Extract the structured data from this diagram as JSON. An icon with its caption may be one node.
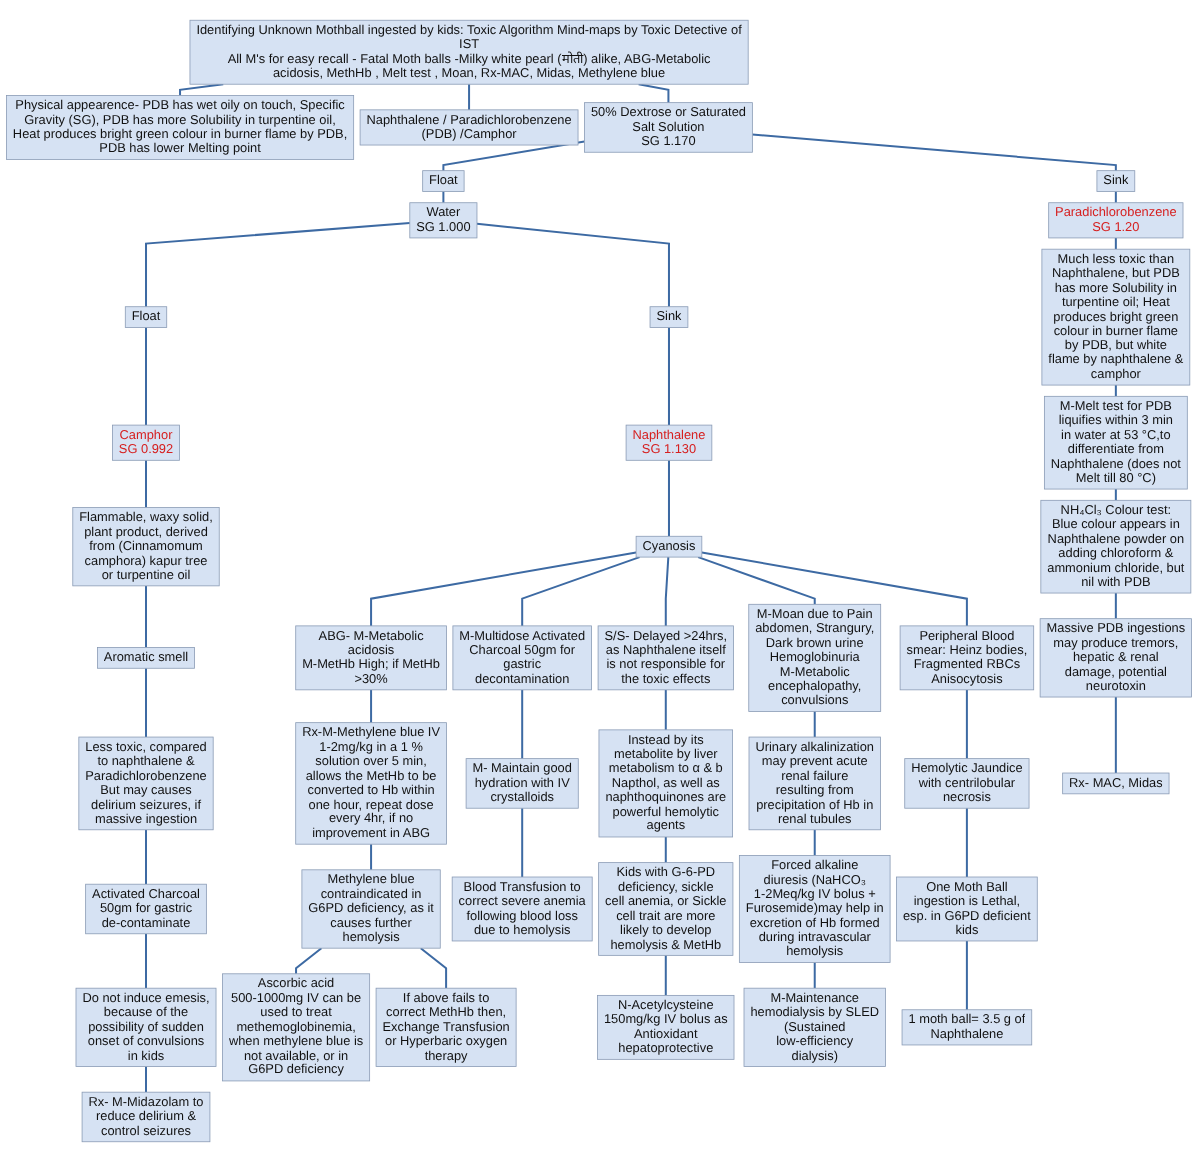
{
  "diagram": {
    "nodes": [
      {
        "text": [
          "Identifying Unknown Mothball ingested by kids: Toxic Algorithm Mind-maps by Toxic Detective of IST",
          "All M's for easy recall - Fatal Moth balls -Milky white pearl (मोती) alike, ABG-Metabolic acidosis, MethHb , Melt test , Moan, Rx-MAC, Midas, Methylene blue"
        ]
      },
      {
        "text": [
          "Physical appearence- PDB has wet oily on touch, Specific Gravity (SG), PDB has more Solubility in turpentine oil, Heat produces bright green colour in burner flame by PDB, PDB has lower Melting point"
        ]
      },
      {
        "text": [
          "Naphthalene / Paradichlorobenzene (PDB) /Camphor"
        ]
      },
      {
        "text": [
          "50% Dextrose or Saturated Salt Solution",
          "SG 1.170"
        ]
      },
      {
        "text": [
          "Float"
        ]
      },
      {
        "text": [
          "Sink"
        ]
      },
      {
        "text": [
          "Water",
          "SG 1.000"
        ]
      },
      {
        "text": [
          "Paradichlorobenzene",
          "SG 1.20"
        ]
      },
      {
        "text": [
          "Float"
        ]
      },
      {
        "text": [
          "Sink"
        ]
      },
      {
        "text": [
          "Camphor",
          "SG 0.992"
        ]
      },
      {
        "text": [
          "Naphthalene",
          "SG 1.130"
        ]
      },
      {
        "text": [
          "Cyanosis"
        ]
      },
      {
        "text": [
          "Flammable, waxy solid, plant product, derived from (Cinnamomum camphora) kapur tree or turpentine oil"
        ]
      },
      {
        "text": [
          "Aromatic smell"
        ]
      },
      {
        "text": [
          "Less toxic, compared to naphthalene & Paradichlorobenzene",
          "But may causes delirium seizures, if massive ingestion"
        ]
      },
      {
        "text": [
          "Activated Charcoal 50gm for gastric de-contaminate"
        ]
      },
      {
        "text": [
          "Do not induce emesis, because of the possibility of sudden onset of convulsions in kids"
        ]
      },
      {
        "text": [
          "Rx- M-Midazolam to reduce delirium & control seizures"
        ]
      },
      {
        "text": [
          "ABG- M-Metabolic acidosis",
          "M-MetHb High; if MetHb >30%"
        ]
      },
      {
        "text": [
          "Rx-M-Methylene blue IV 1-2mg/kg in a 1 % solution over 5 min, allows the MetHb to be converted to Hb within one hour, repeat dose every 4hr, if no improvement in ABG"
        ]
      },
      {
        "text": [
          "Methylene blue contraindicated in G6PD deficiency, as it causes further hemolysis"
        ]
      },
      {
        "text": [
          "Ascorbic acid 500-1000mg IV can be used to treat methemoglobinemia, when methylene blue is not available, or in G6PD deficiency"
        ]
      },
      {
        "text": [
          "If above fails to correct MethHb then, Exchange Transfusion or Hyperbaric oxygen therapy"
        ]
      },
      {
        "text": [
          "M-Multidose Activated Charcoal 50gm for gastric decontamination"
        ]
      },
      {
        "text": [
          "M- Maintain good hydration with IV crystalloids"
        ]
      },
      {
        "text": [
          "Blood Transfusion to correct severe anemia following blood loss due to hemolysis"
        ]
      },
      {
        "text": [
          "S/S- Delayed >24hrs, as Naphthalene itself is not responsible for the toxic effects"
        ]
      },
      {
        "text": [
          "Instead by its metabolite by liver metabolism to α & b Napthol, as well as naphthoquinones are powerful hemolytic agents"
        ]
      },
      {
        "text": [
          "Kids with G-6-PD deficiency, sickle cell anemia, or Sickle cell trait are more likely to develop hemolysis & MetHb"
        ]
      },
      {
        "text": [
          "N-Acetylcysteine 150mg/kg IV bolus as Antioxidant hepatoprotective"
        ]
      },
      {
        "text": [
          "M-Moan due to Pain abdomen, Strangury, Dark brown urine Hemoglobinuria",
          "M-Metabolic encephalopathy, convulsions"
        ]
      },
      {
        "text": [
          "Urinary alkalinization may prevent acute renal failure resulting from precipitation of Hb in renal tubules"
        ]
      },
      {
        "text": [
          "Forced alkaline diuresis (NaHCO₃ 1-2Meq/kg IV bolus + Furosemide)may help in excretion of Hb formed during intravascular hemolysis"
        ]
      },
      {
        "text": [
          "M-Maintenance hemodialysis by SLED (Sustained low-efficiency dialysis)"
        ]
      },
      {
        "text": [
          "Peripheral Blood smear: Heinz bodies, Fragmented RBCs Anisocytosis"
        ]
      },
      {
        "text": [
          "Hemolytic Jaundice with centrilobular necrosis"
        ]
      },
      {
        "text": [
          "One Moth Ball ingestion is Lethal, esp. in G6PD deficient kids"
        ]
      },
      {
        "text": [
          "1 moth ball= 3.5 g of Naphthalene"
        ]
      },
      {
        "text": [
          "Much less toxic than Naphthalene, but PDB has more Solubility in turpentine oil; Heat produces bright green colour in burner flame by PDB, but white flame by naphthalene & camphor"
        ]
      },
      {
        "text": [
          "M-Melt test for PDB liquifies within 3 min in water at 53 °C,to differentiate from Naphthalene (does not Melt till 80 °C)"
        ]
      },
      {
        "text": [
          "NH₄Cl₃ Colour test: Blue colour appears in Naphthalene powder on adding chloroform & ammonium chloride, but nil with PDB"
        ]
      },
      {
        "text": [
          "Massive PDB ingestions may produce tremors, hepatic & renal damage, potential neurotoxin"
        ]
      },
      {
        "text": [
          "Rx- MAC, Midas"
        ]
      }
    ],
    "edges": [
      {
        "from": 0,
        "to": 1,
        "arrow": "none"
      },
      {
        "from": 0,
        "to": 3,
        "arrow": "none"
      },
      {
        "from": 0,
        "to": 2,
        "arrow": "none"
      },
      {
        "from": 3,
        "to": 4,
        "arrow": "none"
      },
      {
        "from": 3,
        "to": 5,
        "arrow": "none"
      },
      {
        "from": 4,
        "to": 6,
        "arrow": "none"
      },
      {
        "from": 5,
        "to": 7,
        "arrow": "none"
      },
      {
        "from": 6,
        "to": 8,
        "arrow": "none"
      },
      {
        "from": 6,
        "to": 9,
        "arrow": "none"
      },
      {
        "from": 8,
        "to": 10,
        "arrow": "none"
      },
      {
        "from": 9,
        "to": 11,
        "arrow": "none"
      },
      {
        "from": 11,
        "to": 12,
        "arrow": "none"
      },
      {
        "from": 10,
        "to": 13,
        "arrow": "none"
      },
      {
        "from": 13,
        "to": 14,
        "arrow": "none"
      },
      {
        "from": 14,
        "to": 15,
        "arrow": "none"
      },
      {
        "from": 15,
        "to": 16,
        "arrow": "none"
      },
      {
        "from": 16,
        "to": 17,
        "arrow": "none"
      },
      {
        "from": 17,
        "to": 18,
        "arrow": "none"
      },
      {
        "from": 12,
        "to": 19,
        "arrow": "none"
      },
      {
        "from": 19,
        "to": 20,
        "arrow": "none"
      },
      {
        "from": 20,
        "to": 21,
        "arrow": "none"
      },
      {
        "from": 21,
        "to": 22,
        "arrow": "none"
      },
      {
        "from": 21,
        "to": 23,
        "arrow": "none"
      },
      {
        "from": 12,
        "to": 24,
        "arrow": "none"
      },
      {
        "from": 24,
        "to": 25,
        "arrow": "none"
      },
      {
        "from": 25,
        "to": 26,
        "arrow": "none"
      },
      {
        "from": 12,
        "to": 27,
        "arrow": "none"
      },
      {
        "from": 27,
        "to": 28,
        "arrow": "none"
      },
      {
        "from": 28,
        "to": 29,
        "arrow": "none"
      },
      {
        "from": 29,
        "to": 30,
        "arrow": "none"
      },
      {
        "from": 12,
        "to": 31,
        "arrow": "none"
      },
      {
        "from": 31,
        "to": 32,
        "arrow": "none"
      },
      {
        "from": 32,
        "to": 33,
        "arrow": "none"
      },
      {
        "from": 33,
        "to": 34,
        "arrow": "none"
      },
      {
        "from": 12,
        "to": 35,
        "arrow": "none"
      },
      {
        "from": 35,
        "to": 36,
        "arrow": "none"
      },
      {
        "from": 36,
        "to": 37,
        "arrow": "none"
      },
      {
        "from": 37,
        "to": 38,
        "arrow": "none"
      },
      {
        "from": 7,
        "to": 39,
        "arrow": "none"
      },
      {
        "from": 39,
        "to": 40,
        "arrow": "none"
      },
      {
        "from": 40,
        "to": 41,
        "arrow": "none"
      },
      {
        "from": 41,
        "to": 42,
        "arrow": "none"
      },
      {
        "from": 42,
        "to": 43,
        "arrow": "none"
      }
    ]
  }
}
